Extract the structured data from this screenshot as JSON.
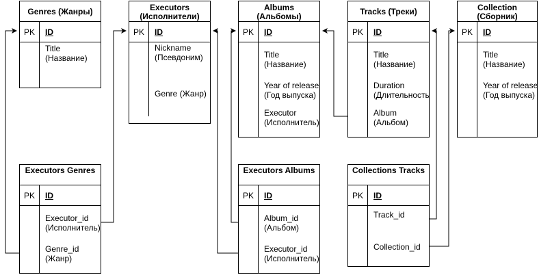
{
  "entities": {
    "genres": {
      "title": "Genres (Жанры)",
      "pk": "PK",
      "pk_field": "ID",
      "fields": {
        "title": "Title\n(Название)"
      }
    },
    "executors": {
      "title_line1": "Executors",
      "title_line2": "(Исполнители)",
      "pk": "PK",
      "pk_field": "ID",
      "fields": {
        "nickname": "Nickname\n(Псевдоним)",
        "genre": "Genre (Жанр)"
      }
    },
    "albums": {
      "title_line1": "Albums",
      "title_line2": "(Альбомы)",
      "pk": "PK",
      "pk_field": "ID",
      "fields": {
        "title": "Title\n(Название)",
        "year": "Year of release\n(Год выпуска)",
        "executor": "Executor\n(Исполнитель)"
      }
    },
    "tracks": {
      "title": "Tracks (Треки)",
      "pk": "PK",
      "pk_field": "ID",
      "fields": {
        "title": "Title\n(Название)",
        "duration": "Duration\n(Длительность",
        "album": "Album\n(Альбом)"
      }
    },
    "collection": {
      "title_line1": "Collection",
      "title_line2": "(Сборник)",
      "pk": "PK",
      "pk_field": "ID",
      "fields": {
        "title": "Title\n(Название)",
        "year": "Year of release\n(Год выпуска)"
      }
    },
    "executors_genres": {
      "title": "Executors Genres",
      "pk": "PK",
      "pk_field": "ID",
      "fields": {
        "executor_id": "Executor_id\n(Исполнитель)",
        "genre_id": "Genre_id\n(Жанр)"
      }
    },
    "executors_albums": {
      "title": "Executors Albums",
      "pk": "PK",
      "pk_field": "ID",
      "fields": {
        "album_id": "Album_id\n(Альбом)",
        "executor_id": "Executor_id\n(Исполнитель)"
      }
    },
    "collections_tracks": {
      "title": "Collections Tracks",
      "pk": "PK",
      "pk_field": "ID",
      "fields": {
        "track_id": "Track_id",
        "collection_id": "Collection_id"
      }
    }
  },
  "colors": {
    "line": "#000000",
    "background": "#ffffff"
  }
}
